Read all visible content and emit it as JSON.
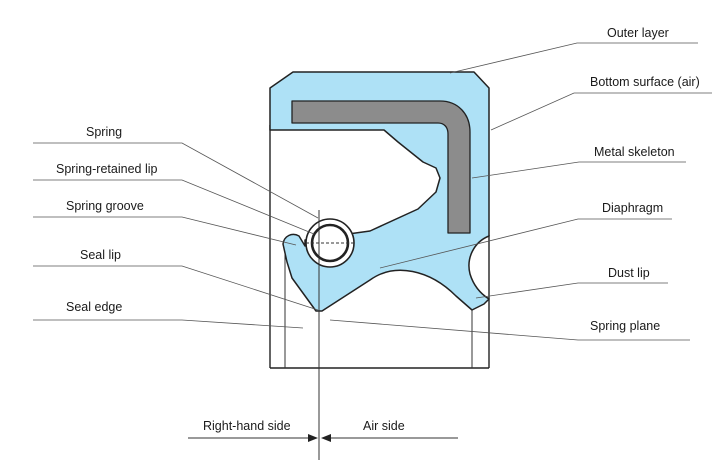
{
  "colors": {
    "rubber": "#aee1f6",
    "metal": "#8c8c8c",
    "line": "#222222",
    "background": "#ffffff"
  },
  "labels": {
    "outer_layer": "Outer layer",
    "bottom_surface": "Bottom surface (air)",
    "metal_skeleton": "Metal skeleton",
    "diaphragm": "Diaphragm",
    "dust_lip": "Dust lip",
    "spring_plane": "Spring plane",
    "spring": "Spring",
    "spring_retained_lip": "Spring-retained lip",
    "spring_groove": "Spring groove",
    "seal_lip": "Seal lip",
    "seal_edge": "Seal edge",
    "right_hand_side": "Right-hand side",
    "air_side": "Air side"
  }
}
